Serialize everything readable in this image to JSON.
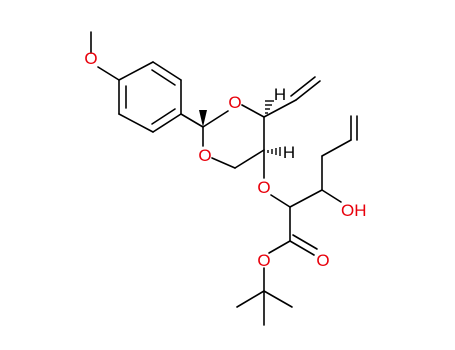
{
  "molecule": {
    "atom_labels": [
      {
        "id": "o_methoxy",
        "text": "O",
        "color": "#e8000b"
      },
      {
        "id": "o_ring_top",
        "text": "O",
        "color": "#e8000b"
      },
      {
        "id": "o_ring_left",
        "text": "O",
        "color": "#e8000b"
      },
      {
        "id": "o_ether",
        "text": "O",
        "color": "#e8000b"
      },
      {
        "id": "oh",
        "text": "OH",
        "color": "#e8000b"
      },
      {
        "id": "o_carbonyl",
        "text": "O",
        "color": "#e8000b"
      },
      {
        "id": "o_ester",
        "text": "O",
        "color": "#e8000b"
      },
      {
        "id": "h_top",
        "text": "H",
        "color": "#000000"
      },
      {
        "id": "h_mid",
        "text": "H",
        "color": "#000000"
      }
    ]
  },
  "colors": {
    "bond": "#000000",
    "heteroatom": "#e8000b",
    "background": "#ffffff"
  }
}
